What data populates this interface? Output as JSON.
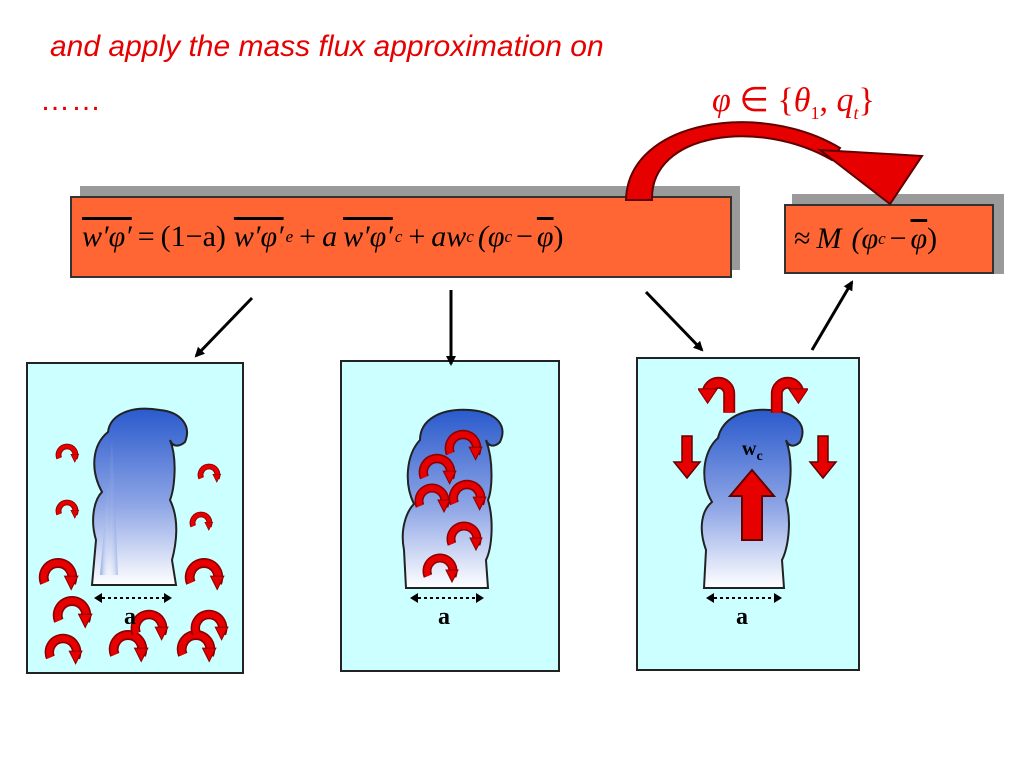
{
  "slide": {
    "title": "and apply the mass flux approximation on",
    "continuation": "……",
    "variable_set": {
      "phi": "φ",
      "member": "∈",
      "theta": "θ",
      "theta_sub": "1",
      "q": "q",
      "q_sub": "t"
    }
  },
  "equation": {
    "lhs": "w′φ′",
    "equals": "=",
    "paren_term": "(1−a)",
    "env_term": "w′φ′",
    "env_sup": "e",
    "plus1": "+",
    "a1": "a",
    "core_term": "w′φ′",
    "core_sup": "c",
    "plus2": "+",
    "a2": "aw",
    "wc_sub": "c",
    "open": "(φ",
    "phic_sub": "c",
    "minus": "−",
    "phibar": "φ",
    "close": ")"
  },
  "approximation": {
    "approx": "≈",
    "M": "M",
    "open": "(φ",
    "phic_sub": "c",
    "minus": "−",
    "phibar": "φ",
    "close": ")"
  },
  "panels": [
    {
      "width_label": "a"
    },
    {
      "width_label": "a"
    },
    {
      "width_label": "a",
      "updraft_label": "w",
      "updraft_sub": "c"
    }
  ],
  "colors": {
    "title": "#e60000",
    "equation_box": "#ff6633",
    "panel_bg": "#ccffff",
    "arrow_red": "#e60000",
    "cloud_blue": "#2a5acc"
  }
}
